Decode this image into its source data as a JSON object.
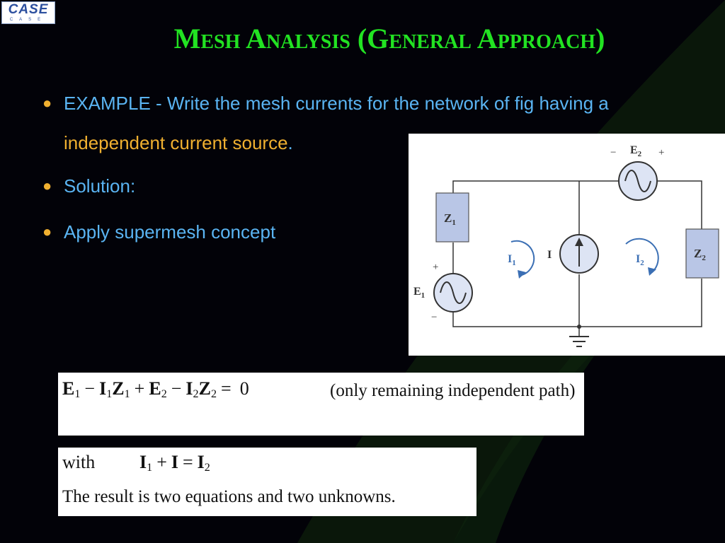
{
  "logo": {
    "main": "CASE",
    "sub": "CASE"
  },
  "title": "Mesh Analysis (General Approach)",
  "bullets": {
    "example_prefix": "EXAMPLE - Write the mesh currents for the network of fig having a ",
    "example_highlight": "independent current source",
    "example_suffix": ".",
    "solution": "Solution:",
    "apply": "Apply supermesh concept"
  },
  "circuit": {
    "z1": "Z",
    "z1_sub": "1",
    "z2": "Z",
    "z2_sub": "2",
    "e1": "E",
    "e1_sub": "1",
    "e2": "E",
    "e2_sub": "2",
    "i_source": "I",
    "i1": "I",
    "i1_sub": "1",
    "i2": "I",
    "i2_sub": "2",
    "plus": "+",
    "minus": "−"
  },
  "equation1": {
    "e1": "E",
    "e1_sub": "1",
    "i1": "I",
    "i1_sub": "1",
    "z1": "Z",
    "z1_sub": "1",
    "e2": "E",
    "e2_sub": "2",
    "i2": "I",
    "i2_sub": "2",
    "z2": "Z",
    "z2_sub": "2",
    "minus": "−",
    "plus": "+",
    "equals": "=",
    "rhs": "0",
    "note": "(only remaining independent path)"
  },
  "equation2": {
    "with": "with",
    "i1": "I",
    "i1_sub": "1",
    "plus": "+",
    "i": "I",
    "equals": "=",
    "i2": "I",
    "i2_sub": "2",
    "result": "The result is two equations and two unknowns."
  },
  "colors": {
    "title": "#22e322",
    "text": "#5ab4f2",
    "highlight": "#f0b030",
    "background": "#020208"
  }
}
